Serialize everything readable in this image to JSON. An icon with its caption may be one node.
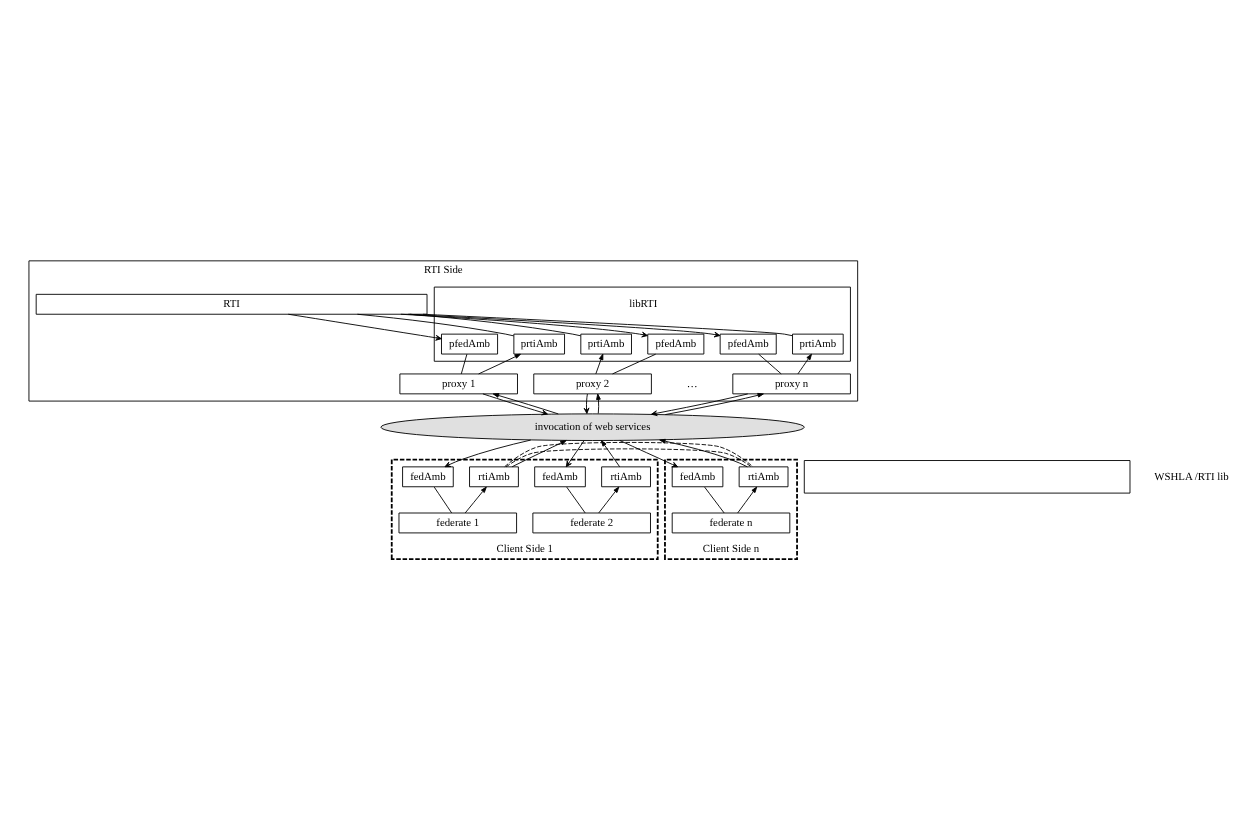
{
  "diagram": {
    "nodes": [
      {
        "text": [
          "RTI Side"
        ]
      },
      {
        "text": [
          "RTI"
        ],
        "in": 0
      },
      {
        "text": [],
        "shape": "box",
        "in": 0,
        "beside": [
          "libRTI"
        ]
      },
      {
        "text": [
          "prtiAmb"
        ],
        "in": 2
      },
      {
        "text": [
          "prtiAmb"
        ],
        "in": 2
      },
      {
        "text": [
          "prtiAmb"
        ],
        "in": 2
      },
      {
        "text": [
          "pfedAmb"
        ],
        "in": 2
      },
      {
        "text": [
          "pfedAmb"
        ],
        "in": 2
      },
      {
        "text": [
          "pfedAmb"
        ],
        "in": 2
      },
      {
        "text": [
          "proxy 1"
        ],
        "in": 0
      },
      {
        "text": [
          "proxy 2"
        ],
        "in": 0
      },
      {
        "text": [
          "proxy n"
        ],
        "in": 0
      },
      {
        "text": [
          "invocation of web services"
        ]
      },
      {
        "text": [
          "Client Side 1"
        ]
      },
      {
        "text": [
          "Client Side n"
        ]
      },
      {
        "text": [],
        "shape": "box",
        "beside": [
          "WSHLA /RTI lib"
        ]
      },
      {
        "text": [
          "rtiAmb"
        ],
        "in": 13
      },
      {
        "text": [
          "rtiAmb"
        ],
        "in": 13
      },
      {
        "text": [
          "rtiAmb"
        ],
        "in": 14
      },
      {
        "text": [
          "fedAmb"
        ],
        "in": 13
      },
      {
        "text": [
          "fedAmb"
        ],
        "in": 13
      },
      {
        "text": [
          "fedAmb"
        ],
        "in": 14
      },
      {
        "text": [
          "federate 1"
        ],
        "in": 13
      },
      {
        "text": [
          "federate 2"
        ],
        "in": 13
      },
      {
        "text": [
          "federate n"
        ],
        "in": 14
      }
    ],
    "edges": [
      {
        "from": 1,
        "to": 6,
        "arrow": "to"
      },
      {
        "from": 6,
        "to": 9,
        "arrow": "none"
      },
      {
        "from": 9,
        "to": 12,
        "arrow": "to"
      },
      {
        "from": 12,
        "to": 19,
        "arrow": "to"
      },
      {
        "from": 19,
        "to": 22,
        "arrow": "none"
      },
      {
        "from": 22,
        "to": 16,
        "arrow": "to"
      },
      {
        "from": 16,
        "to": 12,
        "arrow": "to"
      },
      {
        "from": 12,
        "to": 9,
        "arrow": "to"
      },
      {
        "from": 9,
        "to": 3,
        "arrow": "to"
      },
      {
        "from": 3,
        "to": 1,
        "arrow": "none"
      },
      {
        "from": 1,
        "to": 7,
        "arrow": "to"
      },
      {
        "from": 7,
        "to": 10,
        "arrow": "none"
      },
      {
        "from": 10,
        "to": 12,
        "arrow": "to"
      },
      {
        "from": 12,
        "to": 20,
        "arrow": "to"
      },
      {
        "from": 20,
        "to": 23,
        "arrow": "none"
      },
      {
        "from": 23,
        "to": 17,
        "arrow": "to"
      },
      {
        "from": 17,
        "to": 12,
        "arrow": "to"
      },
      {
        "from": 12,
        "to": 10,
        "arrow": "to"
      },
      {
        "from": 10,
        "to": 4,
        "arrow": "to"
      },
      {
        "from": 4,
        "to": 1,
        "arrow": "none"
      },
      {
        "from": 1,
        "to": 8,
        "arrow": "to"
      },
      {
        "from": 8,
        "to": 11,
        "arrow": "none"
      },
      {
        "from": 11,
        "to": 12,
        "arrow": "to"
      },
      {
        "from": 12,
        "to": 21,
        "arrow": "to"
      },
      {
        "from": 21,
        "to": 24,
        "arrow": "none"
      },
      {
        "from": 24,
        "to": 18,
        "arrow": "to"
      },
      {
        "from": 18,
        "to": 12,
        "arrow": "to"
      },
      {
        "from": 12,
        "to": 11,
        "arrow": "to"
      },
      {
        "from": 11,
        "to": 5,
        "arrow": "to"
      },
      {
        "from": 5,
        "to": 1,
        "arrow": "none"
      },
      {
        "from": 13,
        "to": 14,
        "arrow": "none",
        "style": "dashed"
      }
    ],
    "labels": [
      "…"
    ]
  }
}
